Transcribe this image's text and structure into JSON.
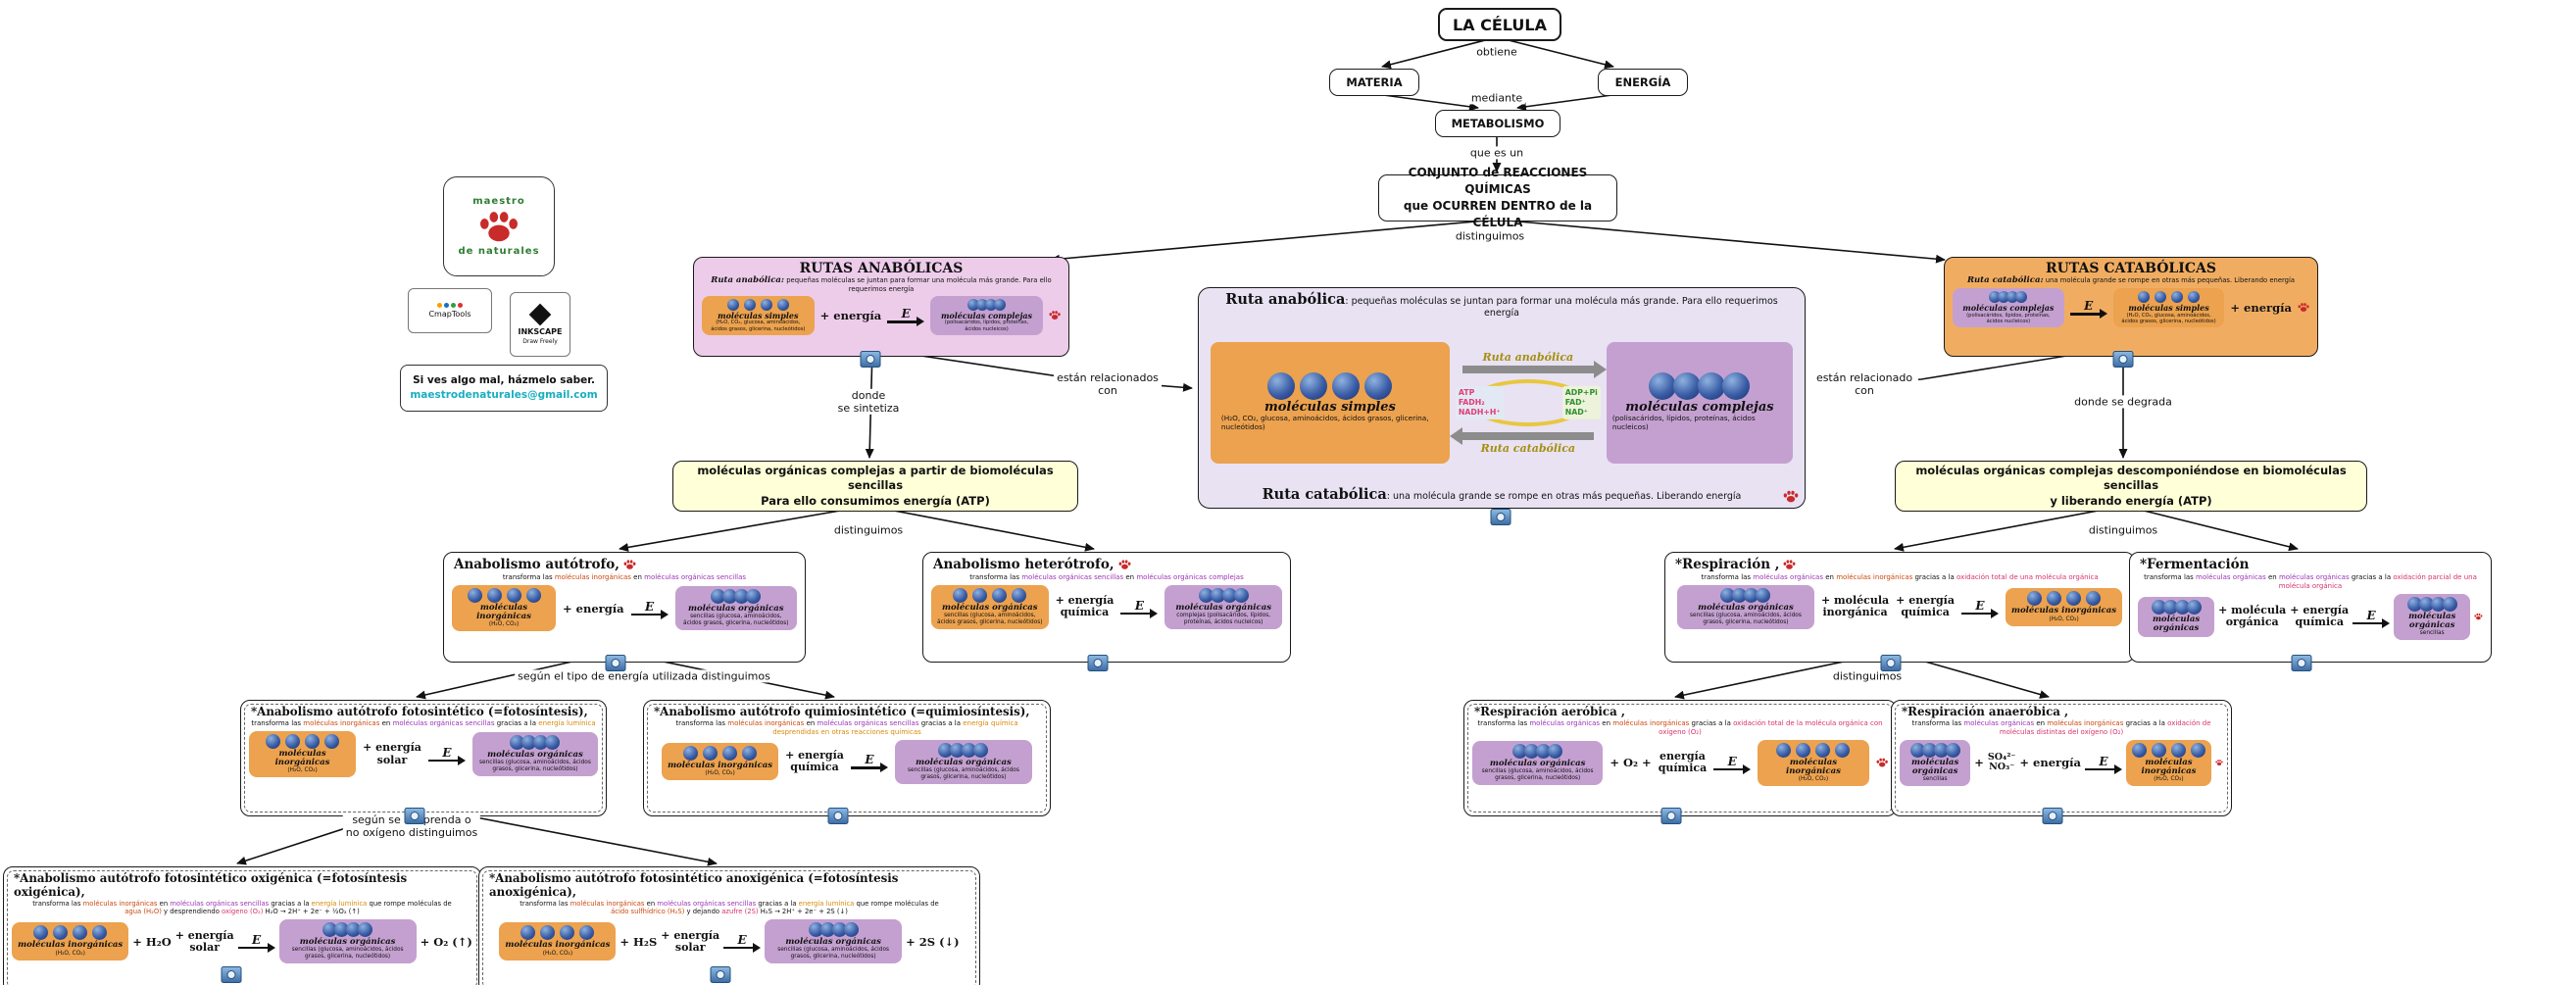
{
  "enzyme_label": "E",
  "top": {
    "cell": "LA CÉLULA",
    "obtiene": "obtiene",
    "materia": "MATERIA",
    "energia": "ENERGÍA",
    "mediante": "mediante",
    "metabolismo": "METABOLISMO",
    "que_es_un": "que es un",
    "conjunto_l1": "CONJUNTO de REACCIONES QUÍMICAS",
    "conjunto_l2": "que OCURREN DENTRO de la CÉLULA",
    "distinguimos": "distinguimos"
  },
  "links": {
    "relacionados_left": "están relacionados con",
    "relacionados_right": "están relacionado con",
    "donde_sintetiza_l1": "donde",
    "donde_sintetiza_l2": "se sintetiza",
    "donde_degrada": "donde se degrada",
    "distinguimos_left": "distinguimos",
    "distinguimos_right": "distinguimos",
    "segun_energia": "según el tipo de energía utilizada distinguimos",
    "segun_oxigeno_l1": "según se desprenda o",
    "segun_oxigeno_l2": "no oxígeno distinguimos",
    "distinguimos_resp": "distinguimos"
  },
  "anabolicas": {
    "title": "RUTAS ANABÓLICAS",
    "def_head": "Ruta anabólica:",
    "def_rest": " pequeñas moléculas se juntan para formar una molécula más grande. Para ello requerimos energía",
    "simple_label": "moléculas simples",
    "simple_sub": "(H₂O, CO₂, glucosa, aminoácidos, ácidos grasos, glicerina, nucleótidos)",
    "plus_energia": "+ energía",
    "complex_label": "moléculas complejas",
    "complex_sub": "(polisacáridos, lípidos, proteínas, ácidos nucleicos)"
  },
  "catabolicas": {
    "title": "RUTAS CATABÓLICAS",
    "def_head": "Ruta catabólica:",
    "def_rest": " una molécula grande se rompe en otras más pequeñas. Liberando energía",
    "complex_label": "moléculas complejas",
    "complex_sub": "(polisacáridos, lípidos, proteínas, ácidos nucleicos)",
    "simple_label": "moléculas simples",
    "simple_sub": "(H₂O, CO₂, glucosa, aminoácidos, ácidos grasos, glicerina, nucleótidos)",
    "plus_energia": "+ energía"
  },
  "central": {
    "head_title": "Ruta anabólica",
    "head_rest": ": pequeñas moléculas se juntan para formar una molécula más grande. Para ello requerimos energía",
    "simple_label": "moléculas simples",
    "simple_sub": "(H₂O, CO₂, glucosa, aminoácidos, ácidos grasos, glicerina, nucleótidos)",
    "arrow_top": "Ruta anabólica",
    "atp": [
      "ATP",
      "FADH₂",
      "NADH+H⁺"
    ],
    "adp": [
      "ADP+Pi",
      "FAD⁺",
      "NAD⁺"
    ],
    "complex_label": "moléculas complejas",
    "complex_sub": "(polisacáridos, lípidos, proteínas, ácidos nucleicos)",
    "arrow_bottom": "Ruta catabólica",
    "foot_title": "Ruta catabólica",
    "foot_rest": ": una molécula grande se rompe en otras más pequeñas. Liberando energía"
  },
  "sintesis_box": {
    "l1": "moléculas orgánicas complejas a partir de biomoléculas sencillas",
    "l2": "Para ello consumimos energía (ATP)"
  },
  "degrada_box": {
    "l1": "moléculas orgánicas complejas descomponiéndose en biomoléculas sencillas",
    "l2": "y liberando energía (ATP)"
  },
  "cards": {
    "autotrofo": {
      "title": "Anabolismo autótrofo,",
      "desc": [
        "transforma las ",
        "moléculas inorgánicas",
        " en ",
        "moléculas orgánicas sencillas"
      ],
      "left_label": "moléculas inorgánicas",
      "left_sub": "(H₂O, CO₂)",
      "plus_a1": "+ energía",
      "right_label": "moléculas orgánicas",
      "right_sub": "sencillas (glucosa, aminoácidos, ácidos grasos, glicerina, nucleótidos)"
    },
    "heterotrofo": {
      "title": "Anabolismo heterótrofo,",
      "desc": [
        "transforma las ",
        "moléculas orgánicas sencillas",
        " en ",
        "moléculas orgánicas complejas"
      ],
      "left_label": "moléculas orgánicas",
      "left_sub": "sencillas (glucosa, aminoácidos, ácidos grasos, glicerina, nucleótidos)",
      "plus_a1": "+ energía",
      "plus_a2": "química",
      "right_label": "moléculas orgánicas",
      "right_sub": "complejas (polisacáridos, lípidos, proteínas, ácidos nucleicos)"
    },
    "fotosintetico": {
      "title": "*Anabolismo autótrofo fotosintético (=fotosíntesis),",
      "desc": [
        "transforma las ",
        "moléculas inorgánicas",
        " en ",
        "moléculas orgánicas sencillas",
        " gracias a la ",
        "energía lumínica"
      ],
      "left_label": "moléculas inorgánicas",
      "left_sub": "(H₂O, CO₂)",
      "plus_a1": "+ energía",
      "plus_a2": "solar",
      "right_label": "moléculas orgánicas",
      "right_sub": "sencillas (glucosa, aminoácidos, ácidos grasos, glicerina, nucleótidos)"
    },
    "quimiosintetico": {
      "title": "*Anabolismo autótrofo quimiosintético (=quimiosíntesis),",
      "desc": [
        "transforma las ",
        "moléculas inorgánicas",
        " en ",
        "moléculas orgánicas sencillas",
        " gracias a la ",
        "energía química"
      ],
      "desc2": "desprendidas en otras reacciones químicas",
      "left_label": "moléculas inorgánicas",
      "left_sub": "(H₂O, CO₂)",
      "plus_a1": "+ energía",
      "plus_a2": "química",
      "right_label": "moléculas orgánicas",
      "right_sub": "sencillas (glucosa, aminoácidos, ácidos grasos, glicerina, nucleótidos)"
    },
    "oxigenica": {
      "title": "*Anabolismo autótrofo fotosintético oxigénica (=fotosíntesis oxigénica),",
      "desc": [
        "transforma las ",
        "moléculas inorgánicas",
        " en ",
        "moléculas orgánicas sencillas",
        " gracias a la ",
        "energía lumínica",
        " que rompe moléculas de"
      ],
      "desc2": [
        "agua (H₂O)",
        " y desprendiendo ",
        "oxígeno (O₂)",
        "   H₂O → 2H⁺ + 2e⁻ + ½O₂ (↑)"
      ],
      "left_label": "moléculas inorgánicas",
      "left_sub": "(H₂O, CO₂)",
      "extra_a": "+ H₂O",
      "plus_a1": "+ energía",
      "plus_a2": "solar",
      "right_label": "moléculas orgánicas",
      "right_sub": "sencillas (glucosa, aminoácidos, ácidos grasos, glicerina, nucleótidos)",
      "product": "+ O₂ (↑)"
    },
    "anoxigenica": {
      "title": "*Anabolismo autótrofo fotosintético anoxigénica (=fotosíntesis anoxigénica),",
      "desc": [
        "transforma las ",
        "moléculas inorgánicas",
        " en ",
        "moléculas orgánicas sencillas",
        " gracias a la ",
        "energía lumínica",
        " que rompe moléculas de"
      ],
      "desc2": [
        "ácido sulfhídrico (H₂S)",
        " y dejando ",
        "azufre (2S)",
        "   H₂S → 2H⁺ + 2e⁻ + 2S (↓)"
      ],
      "left_label": "moléculas inorgánicas",
      "left_sub": "(H₂O, CO₂)",
      "extra_a": "+ H₂S",
      "plus_a1": "+ energía",
      "plus_a2": "solar",
      "right_label": "moléculas orgánicas",
      "right_sub": "sencillas (glucosa, aminoácidos, ácidos grasos, glicerina, nucleótidos)",
      "product": "+ 2S (↓)"
    },
    "respiracion": {
      "title": "*Respiración ,",
      "desc": [
        "transforma las ",
        "moléculas orgánicas",
        " en ",
        "moléculas inorgánicas",
        " gracias a la ",
        "oxidación total de una molécula orgánica"
      ],
      "left_label": "moléculas orgánicas",
      "left_sub": "sencillas (glucosa, aminoácidos, ácidos grasos, glicerina, nucleótidos)",
      "plus_a1": "+ molécula",
      "plus_a2": "inorgánica",
      "plus_b1": "+ energía",
      "plus_b2": "química",
      "right_label": "moléculas inorgánicas",
      "right_sub": "(H₂O, CO₂)"
    },
    "fermentacion": {
      "title": "*Fermentación",
      "desc": [
        "transforma las ",
        "moléculas orgánicas",
        " en ",
        "moléculas orgánicas",
        " gracias a la ",
        "oxidación parcial de una molécula orgánica"
      ],
      "left_label": "moléculas orgánicas",
      "left_sub": "sencillas (glucosa, aminoácidos, ácidos grasos, glicerina, nucleótidos)",
      "plus_a1": "+ molécula",
      "plus_a2": "orgánica",
      "plus_b1": "+ energía",
      "plus_b2": "química",
      "right_label": "moléculas orgánicas",
      "right_sub": "sencillas"
    },
    "aerobica": {
      "title": "*Respiración aeróbica ,",
      "desc": [
        "transforma las ",
        "moléculas orgánicas",
        " en ",
        "moléculas inorgánicas",
        " gracias a la ",
        "oxidación total de la molécula orgánica con oxígeno (O₂)"
      ],
      "left_label": "moléculas orgánicas",
      "left_sub": "sencillas (glucosa, aminoácidos, ácidos grasos, glicerina, nucleótidos)",
      "plus_a1": "+ O₂ +",
      "plus_b1": "energía",
      "plus_b2": "química",
      "right_label": "moléculas inorgánicas",
      "right_sub": "(H₂O, CO₂)"
    },
    "anaerobica": {
      "title": "*Respiración anaeróbica ,",
      "desc": [
        "transforma las ",
        "moléculas orgánicas",
        " en ",
        "moléculas inorgánicas",
        " gracias a la ",
        "oxidación de moléculas distintas del oxígeno (O₂)"
      ],
      "left_label": "moléculas orgánicas",
      "left_sub": "sencillas",
      "ion1": "SO₄²⁻",
      "ion2": "NO₃⁻",
      "plus_b1": "+ energía",
      "right_label": "moléculas inorgánicas",
      "right_sub": "(H₂O, CO₂)"
    }
  },
  "branding": {
    "logo_top": "maestro",
    "logo_bottom": "de naturales",
    "cmap": "CmapTools",
    "inkscape": "INKSCAPE",
    "inkscape_sub": "Draw Freely",
    "note_l1": "Si ves algo mal, házmelo saber.",
    "note_l2": "maestrodenaturales@gmail.com"
  },
  "colors": {
    "anabolic_bg": "#edccea",
    "catabolic_bg": "#f0ad62",
    "central_bg": "#e8e2f3",
    "yellow_bg": "#ffffd8",
    "mol_simple": "#eca24e",
    "mol_complex": "#c4a0d0",
    "atp_text": "#e03e76",
    "adp_text": "#2f8f2f",
    "paw": "#c92a2a"
  }
}
